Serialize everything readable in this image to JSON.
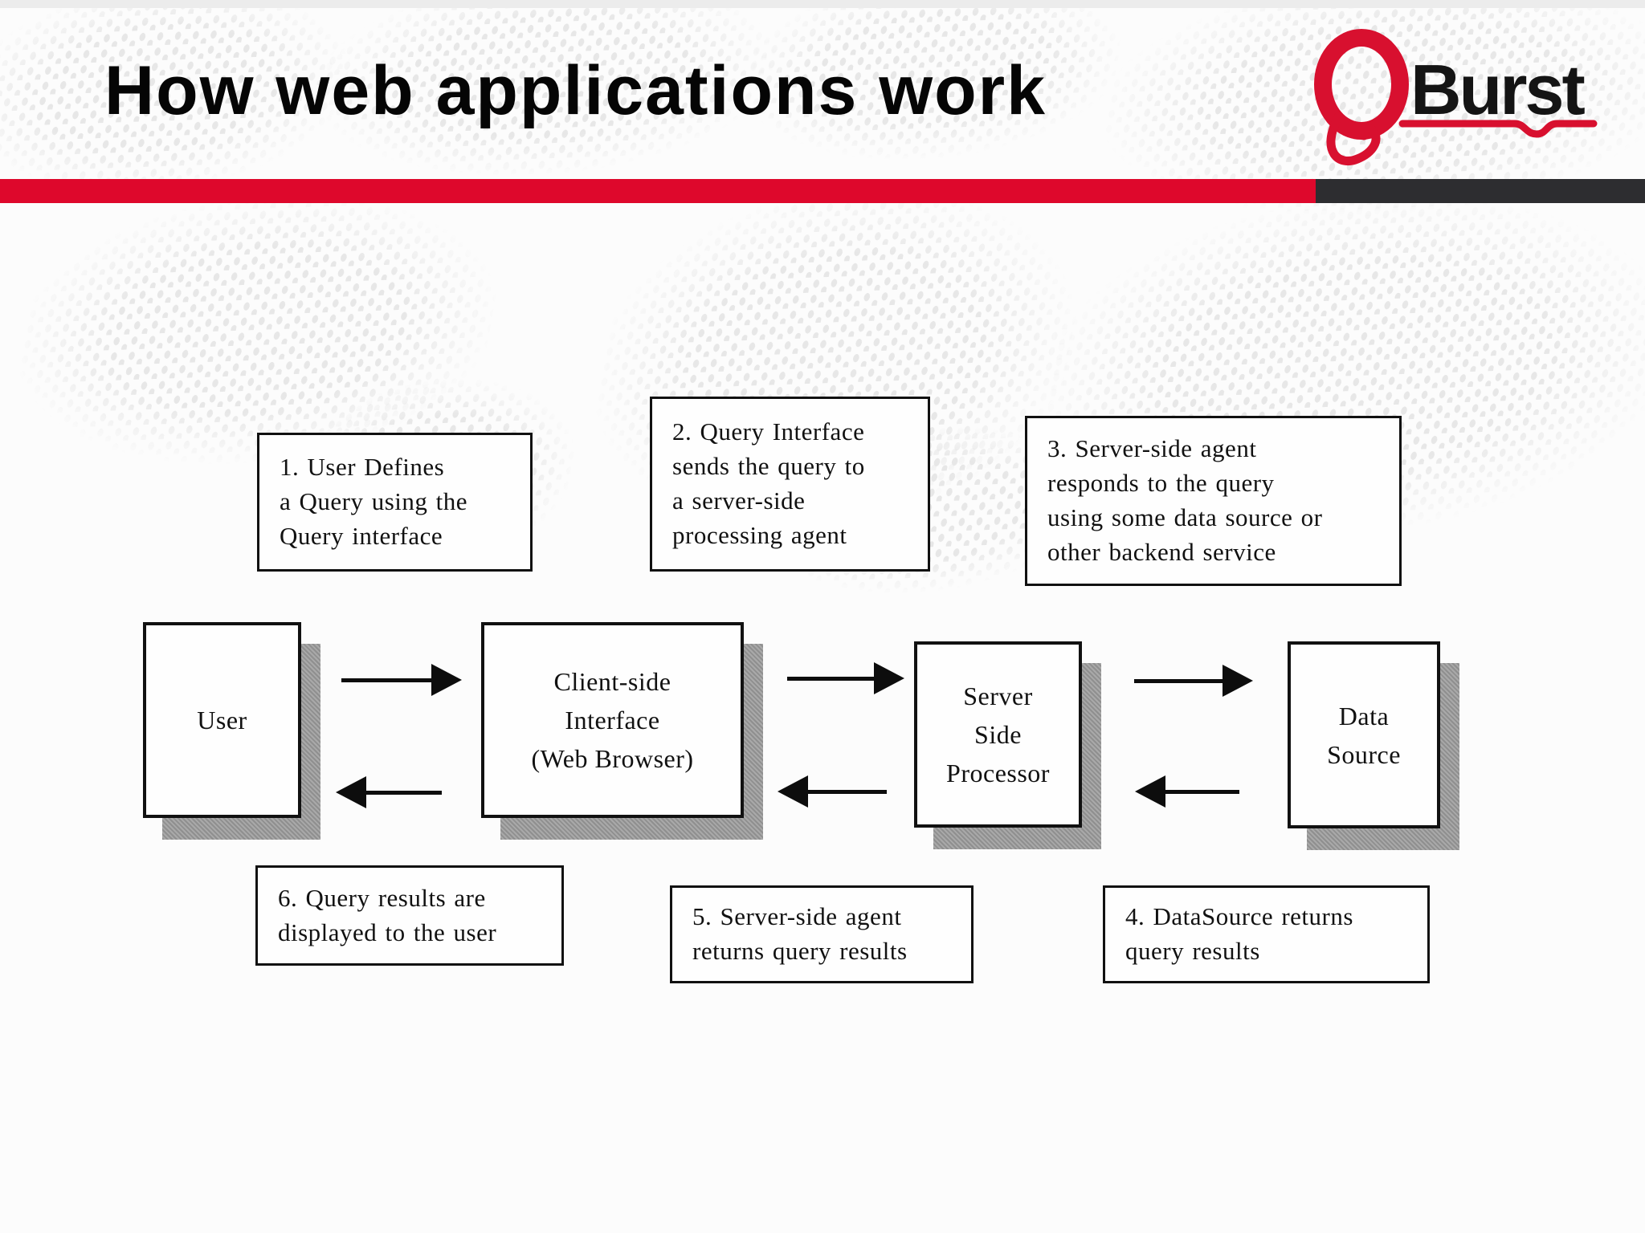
{
  "slide": {
    "title": "How web applications work",
    "logo": {
      "q": "Q",
      "text": "Burst"
    },
    "colors": {
      "accent_red": "#DE082C",
      "bar_dark": "#2D2D30",
      "shadow_gray": "#9B9B9B",
      "dot_gray": "#E7E7E7",
      "ink": "#111111"
    }
  },
  "diagram": {
    "entities": [
      {
        "id": "user",
        "lines": [
          "User"
        ]
      },
      {
        "id": "client",
        "lines": [
          "Client-side",
          "Interface",
          "(Web Browser)"
        ]
      },
      {
        "id": "server",
        "lines": [
          "Server",
          "Side",
          "Processor"
        ]
      },
      {
        "id": "data",
        "lines": [
          "Data",
          "Source"
        ]
      }
    ],
    "notes": [
      {
        "id": "note1",
        "lines": [
          "1. User Defines",
          "a Query using the",
          "Query interface"
        ]
      },
      {
        "id": "note2",
        "lines": [
          "2. Query Interface",
          "sends the query to",
          "a server-side",
          "processing agent"
        ]
      },
      {
        "id": "note3",
        "lines": [
          "3. Server-side agent",
          "responds to the query",
          "using some data source or",
          "other backend service"
        ]
      },
      {
        "id": "note4",
        "lines": [
          "4. DataSource returns",
          "query results"
        ]
      },
      {
        "id": "note5",
        "lines": [
          "5. Server-side agent",
          "returns query results"
        ]
      },
      {
        "id": "note6",
        "lines": [
          "6. Query results are",
          "displayed to the user"
        ]
      }
    ]
  }
}
